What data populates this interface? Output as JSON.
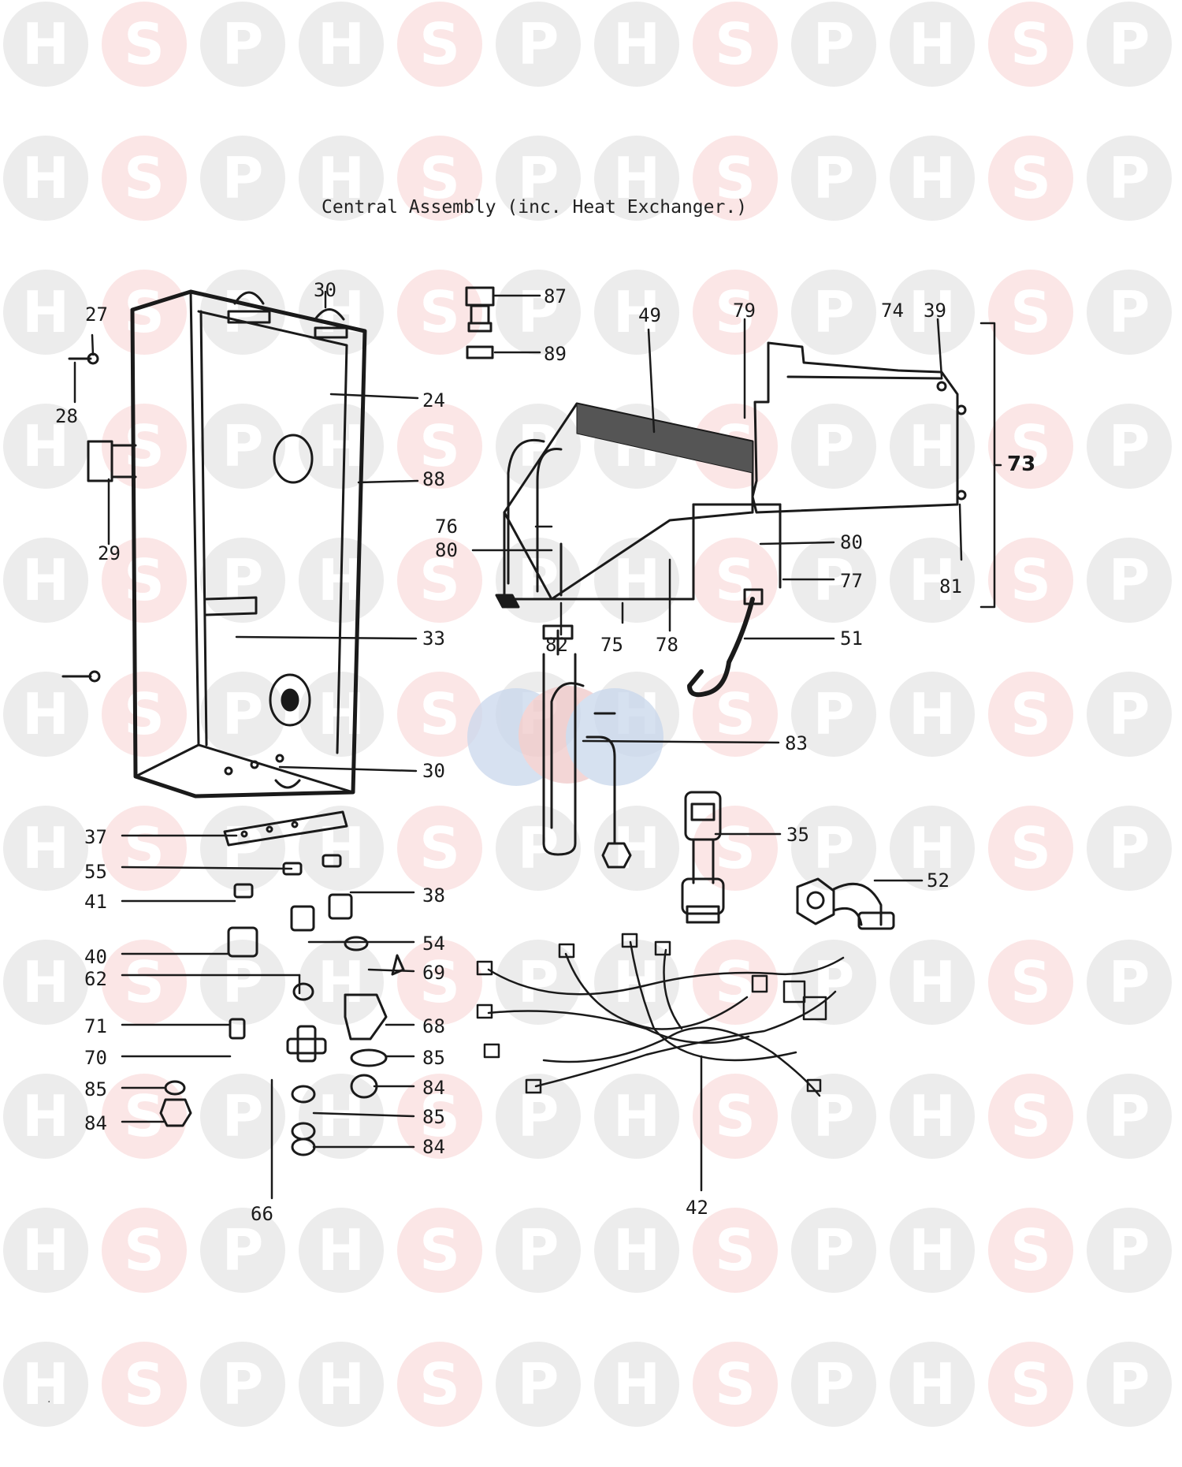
{
  "watermark": {
    "letters": [
      "H",
      "S",
      "P"
    ],
    "accent_colors": {
      "grey": "#ececec",
      "red": "#fbe6e6",
      "center_blue": "#c9d7ec",
      "center_red": "#f0c9c9"
    }
  },
  "diagram": {
    "title": "Central Assembly (inc. Heat Exchanger.)",
    "part_labels": [
      "27",
      "28",
      "29",
      "30",
      "24",
      "88",
      "33",
      "30",
      "37",
      "55",
      "41",
      "38",
      "40",
      "54",
      "62",
      "69",
      "68",
      "71",
      "70",
      "85",
      "85",
      "84",
      "85",
      "84",
      "84",
      "66",
      "87",
      "89",
      "49",
      "79",
      "74",
      "39",
      "73",
      "76",
      "80",
      "80",
      "77",
      "81",
      "82",
      "75",
      "78",
      "51",
      "83",
      "35",
      "52",
      "42"
    ],
    "footer_mark": "."
  }
}
